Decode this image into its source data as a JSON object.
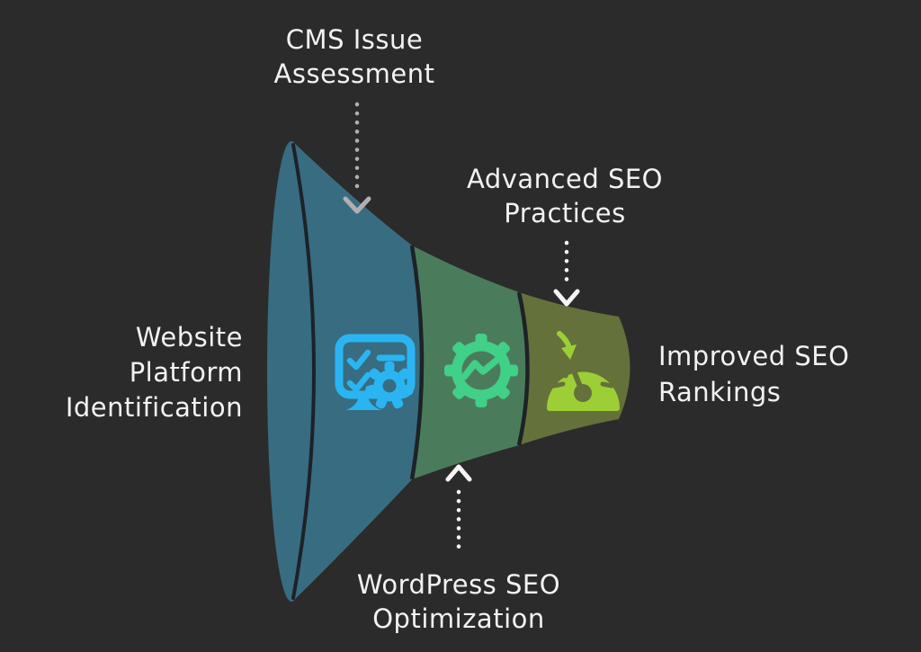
{
  "colors": {
    "bg": "#2B2B2B",
    "funnel_blue": "#386C81",
    "funnel_green": "#4A7C5C",
    "funnel_olive": "#64713A",
    "edge_dark": "#1D2226",
    "icon_cyan": "#2AB5F2",
    "icon_green": "#40D088",
    "icon_lime": "#9CCF35",
    "text": "#F2F2F2",
    "arrow_gray": "#B0B0B0",
    "arrow_white": "#F5F5F5"
  },
  "funnel": {
    "type": "horizontal-funnel",
    "stages": [
      {
        "icon": "checklist-monitor-icon",
        "color_key": "funnel_blue"
      },
      {
        "icon": "gear-trend-icon",
        "color_key": "funnel_green"
      },
      {
        "icon": "speedometer-icon",
        "color_key": "funnel_olive"
      }
    ]
  },
  "annotations": {
    "cms": {
      "lines": [
        "CMS Issue",
        "Assessment"
      ],
      "arrow": "down"
    },
    "advanced": {
      "lines": [
        "Advanced SEO",
        "Practices"
      ],
      "arrow": "down"
    },
    "website": {
      "lines": [
        "Website",
        "Platform",
        "Identification"
      ],
      "arrow": "none"
    },
    "improved": {
      "lines": [
        "Improved SEO",
        "Rankings"
      ],
      "arrow": "none"
    },
    "wordpress": {
      "lines": [
        "WordPress SEO",
        "Optimization"
      ],
      "arrow": "up"
    }
  }
}
